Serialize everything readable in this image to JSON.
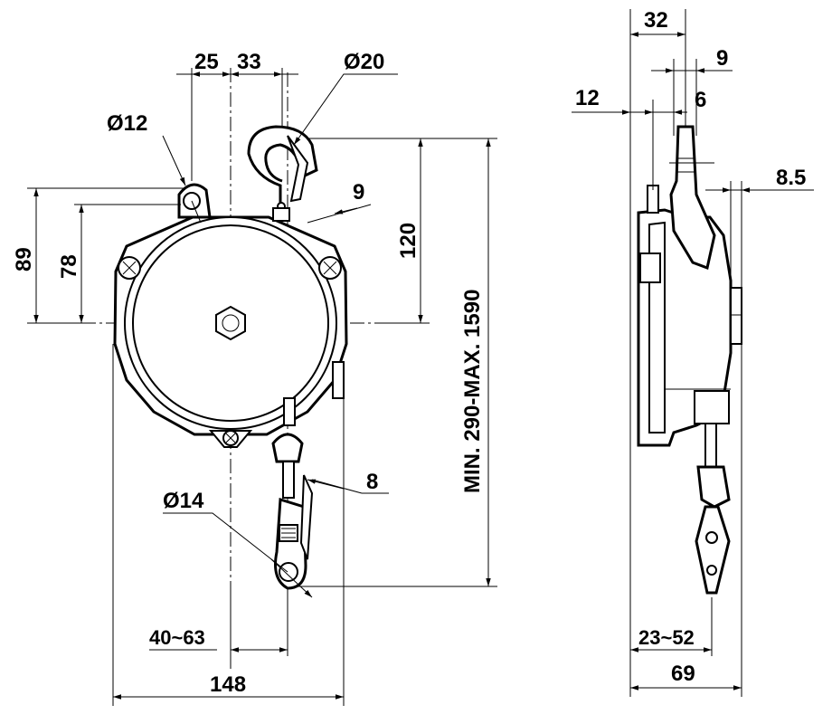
{
  "colors": {
    "line": "#000000",
    "background": "#ffffff"
  },
  "front_view": {
    "dim_25": "25",
    "dim_33": "33",
    "dim_d20": "Ø20",
    "dim_d12": "Ø12",
    "dim_9": "9",
    "dim_89": "89",
    "dim_78": "78",
    "dim_120": "120",
    "dim_stroke": "MIN. 290-MAX. 1590",
    "dim_8": "8",
    "dim_d14": "Ø14",
    "dim_40_63": "40~63",
    "dim_148": "148"
  },
  "side_view": {
    "dim_32": "32",
    "dim_9": "9",
    "dim_12": "12",
    "dim_6": "6",
    "dim_8_5": "8.5",
    "dim_23_52": "23~52",
    "dim_69": "69"
  }
}
